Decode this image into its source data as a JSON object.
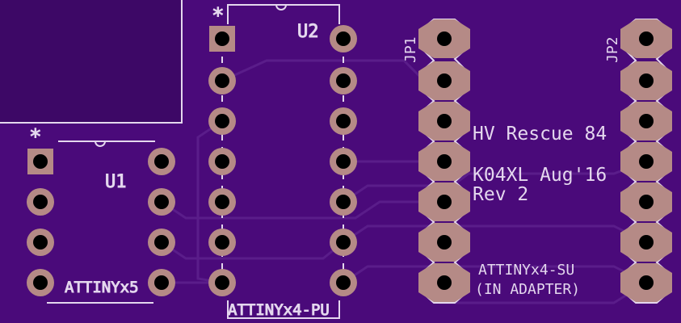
{
  "colors": {
    "board": "#4a0a7a",
    "cutout": "#3d0866",
    "pad_copper": "#b58a86",
    "pad_hole": "#000000",
    "silkscreen": "#e4d7ee",
    "trace": "#5a1d8a"
  },
  "u1": {
    "pin1_marker": "*",
    "designator": "U1",
    "part": "ATTINYx5"
  },
  "u2": {
    "pin1_marker": "*",
    "designator": "U2",
    "part": "ATTINYx4-PU"
  },
  "jp1": {
    "designator": "JP1"
  },
  "jp2": {
    "designator": "JP2"
  },
  "notes": {
    "line1": "HV Rescue 84",
    "line2": "K04XL Aug'16",
    "line3": "Rev 2",
    "adapter_line1": "ATTINYx4-SU",
    "adapter_line2": "(IN ADAPTER)"
  }
}
